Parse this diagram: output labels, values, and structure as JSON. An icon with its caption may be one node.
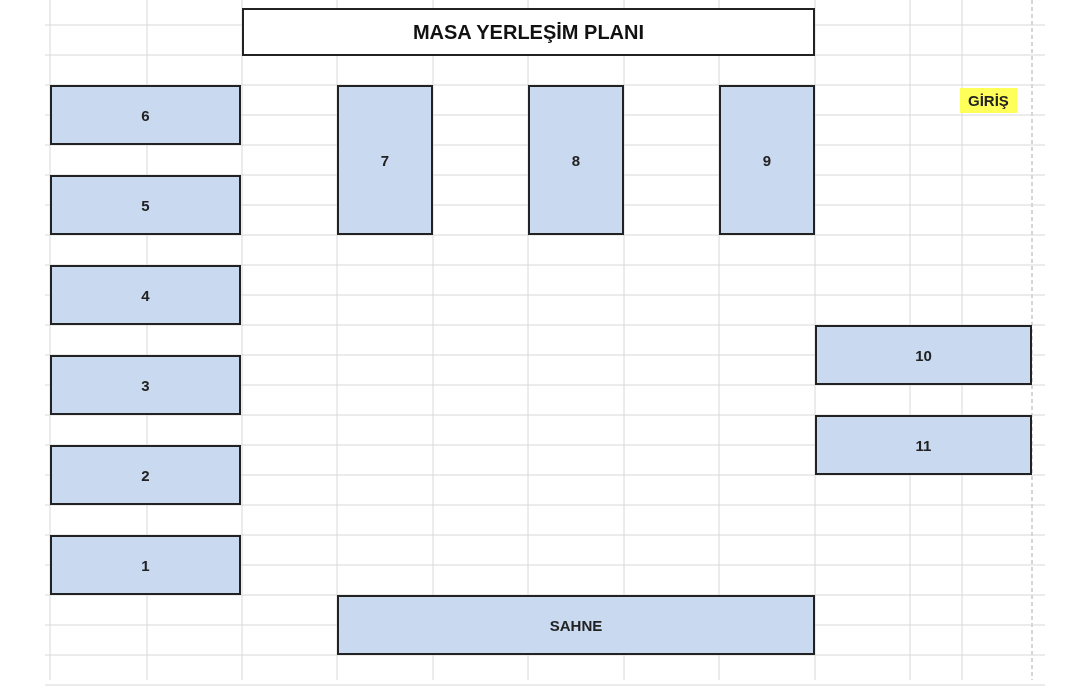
{
  "diagram": {
    "title": "MASA YERLEŞİM PLANI",
    "nodes": [
      {
        "text": [
          "6"
        ]
      },
      {
        "text": [
          "7"
        ]
      },
      {
        "text": [
          "8"
        ]
      },
      {
        "text": [
          "9"
        ]
      },
      {
        "text": [
          "5"
        ]
      },
      {
        "text": [
          "4"
        ]
      },
      {
        "text": [
          "10"
        ]
      },
      {
        "text": [
          "3"
        ]
      },
      {
        "text": [
          "11"
        ]
      },
      {
        "text": [
          "2"
        ]
      },
      {
        "text": [
          "1"
        ]
      },
      {
        "text": [
          "SAHNE"
        ]
      }
    ],
    "labels": [
      "GİRİŞ"
    ]
  }
}
